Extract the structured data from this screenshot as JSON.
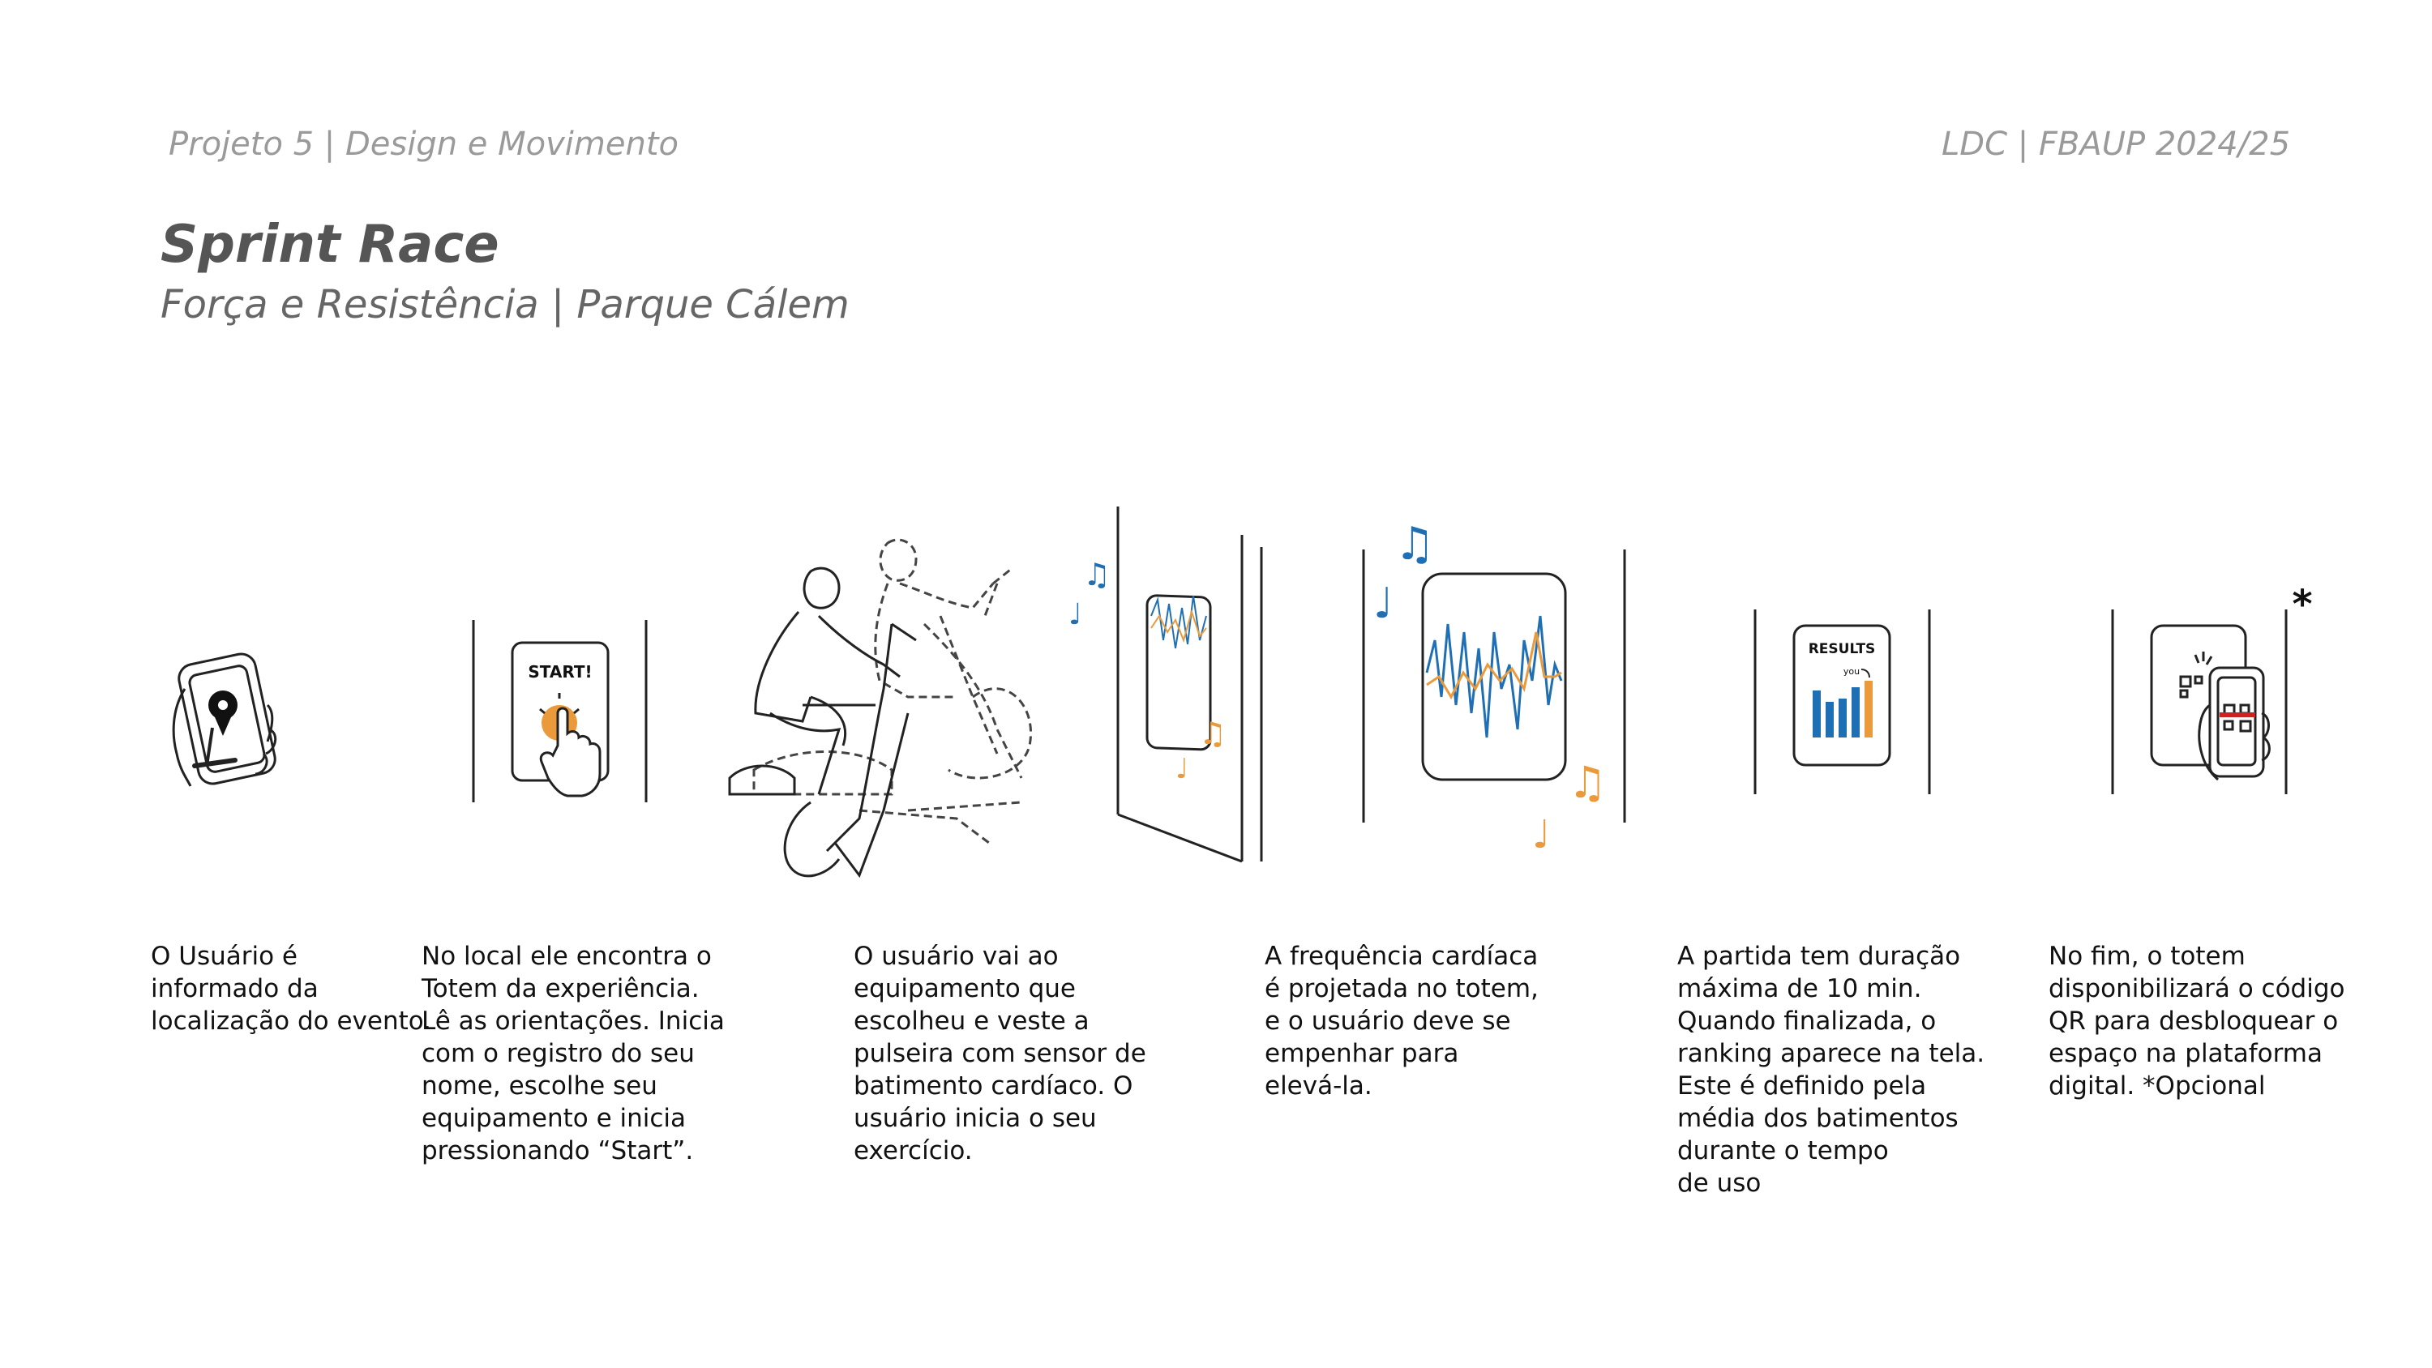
{
  "header": {
    "left": "Projeto 5 | Design e Movimento",
    "right": "LDC | FBAUP 2024/25"
  },
  "title": "Sprint Race",
  "subtitle": "Força e Resistência | Parque Cálem",
  "illustrations": {
    "start_label": "START!",
    "results_label": "RESULTS",
    "you_label": "you",
    "asterisk": "*"
  },
  "colors": {
    "blue": "#1f6fb5",
    "orange": "#ea9a3a",
    "red": "#cc2222"
  },
  "steps": [
    {
      "text": "O Usuário é\ninformado da\nlocalização do evento."
    },
    {
      "text": "No local ele encontra o\nTotem da experiência.\nLê as orientações. Inicia\ncom o registro do seu\nnome, escolhe seu\nequipamento e inicia\npressionando “Start”."
    },
    {
      "text": "O usuário vai ao\nequipamento que\nescolheu e veste a\npulseira com sensor de\nbatimento cardíaco. O\nusuário inicia o seu\nexercício."
    },
    {
      "text": "A frequência cardíaca\né projetada no totem,\ne o usuário deve se\nempenhar para\nelevá-la."
    },
    {
      "text": "A partida tem duração\nmáxima de 10 min.\nQuando finalizada, o\nranking aparece na tela.\nEste é definido pela\nmédia dos batimentos\ndurante o tempo\nde uso"
    },
    {
      "text": "No fim, o totem\ndisponibilizará o código\nQR para desbloquear o\nespaço na plataforma\ndigital. *Opcional"
    }
  ]
}
